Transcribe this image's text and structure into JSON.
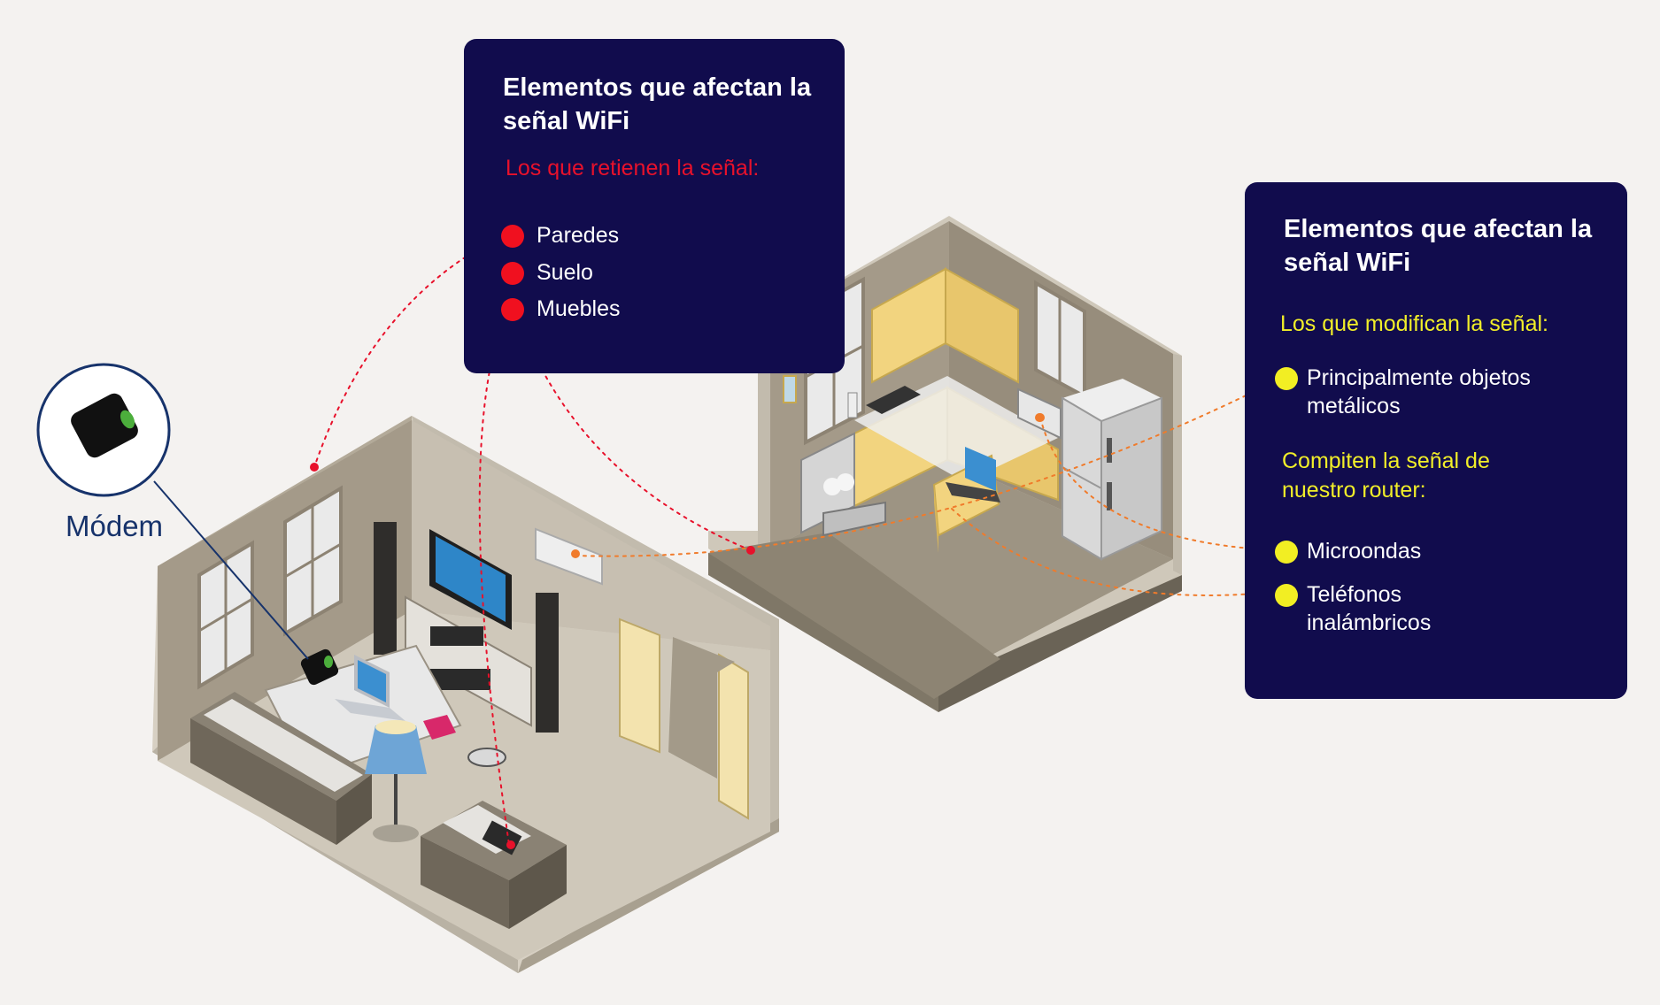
{
  "modem": {
    "label": "Módem"
  },
  "panel_left": {
    "title": "Elementos que afectan la señal WiFi",
    "subtitle": "Los que retienen la señal:",
    "items": [
      "Paredes",
      "Suelo",
      "Muebles"
    ]
  },
  "panel_right": {
    "title": "Elementos que afectan la señal WiFi",
    "subtitle_1": "Los que modifican la señal:",
    "item_metal": "Principalmente objetos metálicos",
    "subtitle_2": "Compiten la señal de nuestro router:",
    "items": [
      "Microondas",
      "Teléfonos inalámbricos"
    ]
  },
  "colors": {
    "panel_bg": "#110c4d",
    "red_accent": "#e8112b",
    "yellow_accent": "#f1ee29",
    "modem_label": "#17336b",
    "background": "#f4f2f0"
  }
}
